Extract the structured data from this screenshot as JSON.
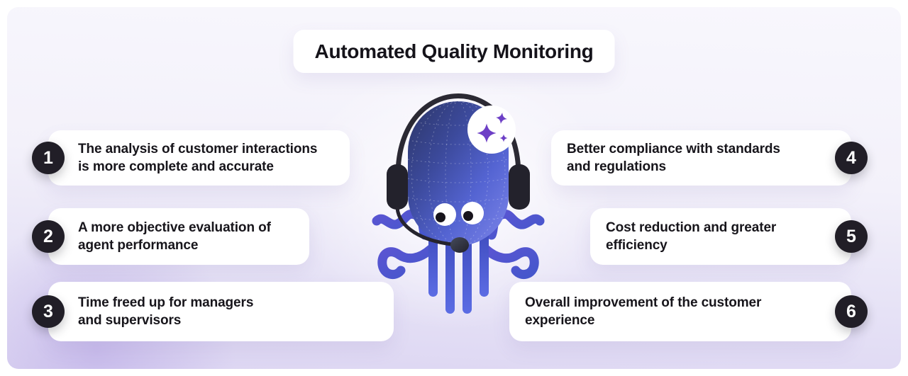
{
  "title": "Automated Quality Monitoring",
  "cards": [
    {
      "number": "1",
      "line1": "The analysis of customer interactions",
      "line2": "is more complete and accurate",
      "side": "left"
    },
    {
      "number": "2",
      "line1": "A more objective evaluation of",
      "line2": "agent performance",
      "side": "left"
    },
    {
      "number": "3",
      "line1": "Time freed up for managers",
      "line2": "and supervisors",
      "side": "left"
    },
    {
      "number": "4",
      "line1": "Better compliance with standards",
      "line2": "and regulations",
      "side": "right"
    },
    {
      "number": "5",
      "line1": "Cost reduction and greater",
      "line2": "efficiency",
      "side": "right"
    },
    {
      "number": "6",
      "line1": "Overall improvement of the customer",
      "line2": "experience",
      "side": "right"
    }
  ],
  "mascot": {
    "name": "octopus-support-agent",
    "icons": [
      "headphones-icon",
      "microphone-icon",
      "sparkles-icon"
    ]
  },
  "colors": {
    "accent_purple": "#6d3fc6",
    "mascot_blue": "#4a58ce",
    "badge_dark": "#211e27",
    "card_bg": "#ffffff",
    "background_lavender": "#dcd5f2",
    "text": "#17151b"
  }
}
